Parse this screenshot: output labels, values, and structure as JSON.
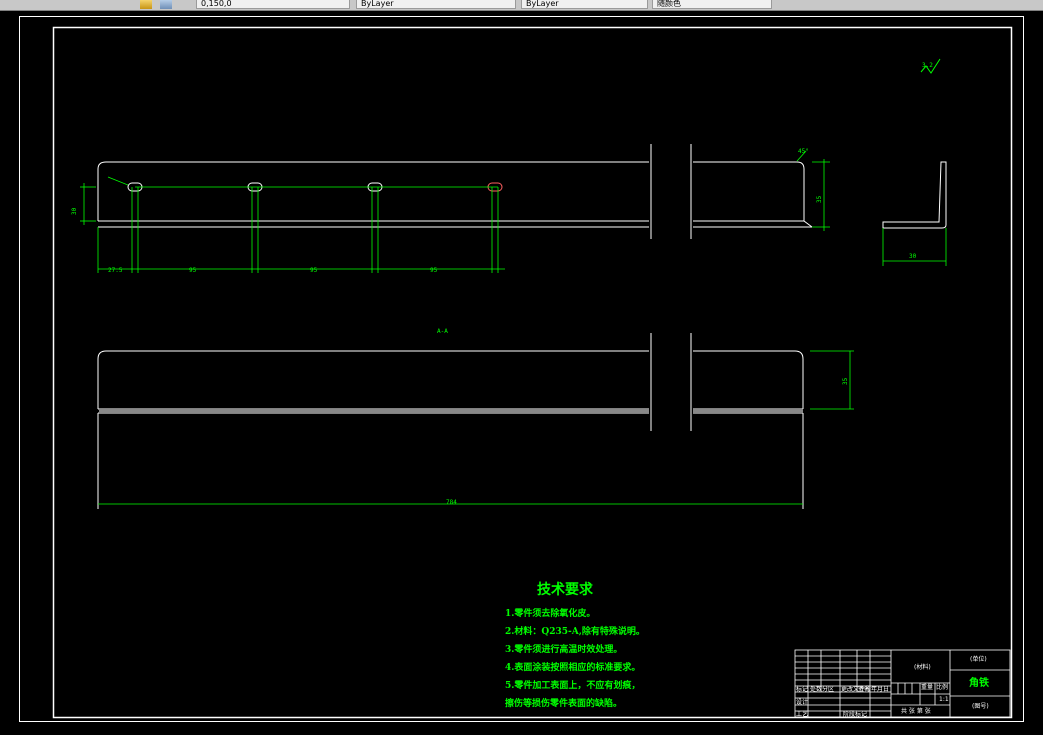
{
  "toolbar": {
    "tabs": [
      {
        "label": "0,150,0"
      },
      {
        "label": "ByLayer"
      },
      {
        "label": "ByLayer"
      },
      {
        "label": "随颜色"
      }
    ]
  },
  "drawing": {
    "background": "#000000",
    "line_color": "#ffffff",
    "dim_color": "#00ff00",
    "roughness_symbol": "3.2",
    "top_view_dims": {
      "left_offset": "27.5",
      "spacing_1": "95",
      "spacing_2": "95",
      "spacing_3": "95",
      "height": "30",
      "side_height": "35",
      "side_width": "30",
      "angle": "45°"
    },
    "front_view_dims": {
      "length": "784",
      "height": "35",
      "label": "A-A"
    }
  },
  "tech_requirements": {
    "title": "技术要求",
    "lines": [
      "1.零件须去除氧化皮。",
      "2.材料：Q235-A,除有特殊说明。",
      "3.零件须进行高温时效处理。",
      "4.表面涂装按照相应的标准要求。",
      "5.零件加工表面上，不应有划痕，",
      "擦伤等损伤零件表面的缺陷。"
    ]
  },
  "title_block": {
    "part_name": "角铁",
    "code": "(图号)",
    "material_code": "(材料)",
    "unit": "(单位)",
    "scale": "1:1",
    "sheet_label": "共 张 第 张",
    "row_labels": [
      "标记",
      "设计",
      "工艺"
    ],
    "col_headers": [
      "处数",
      "分区",
      "更改文件号",
      "签名",
      "年月日"
    ],
    "stage_label": "阶段标记",
    "weight_label": "重量",
    "ratio_label": "比例"
  }
}
